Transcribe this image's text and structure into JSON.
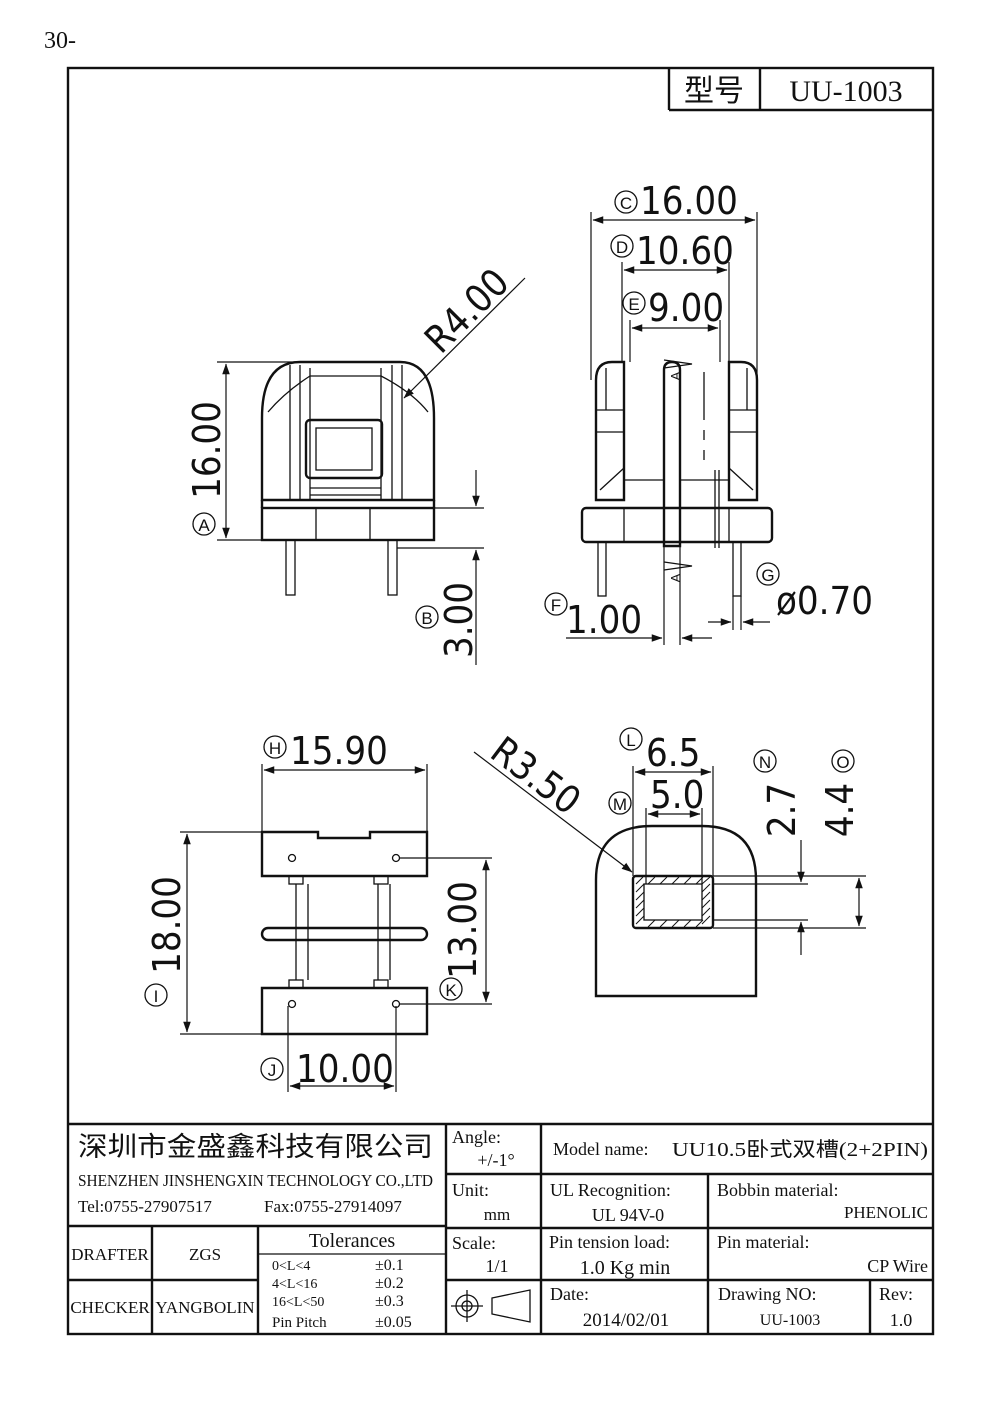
{
  "page_mark": "30-",
  "header": {
    "model_label": "型号",
    "model_value": "UU-1003"
  },
  "dimensions": {
    "A": {
      "letter": "A",
      "value": "16.00"
    },
    "B": {
      "letter": "B",
      "value": "3.00"
    },
    "C": {
      "letter": "C",
      "value": "16.00"
    },
    "D": {
      "letter": "D",
      "value": "10.60"
    },
    "E": {
      "letter": "E",
      "value": "9.00"
    },
    "F": {
      "letter": "F",
      "value": "1.00"
    },
    "G": {
      "letter": "G",
      "value": "ø0.70"
    },
    "H": {
      "letter": "H",
      "value": "15.90"
    },
    "I": {
      "letter": "I",
      "value": "18.00"
    },
    "J": {
      "letter": "J",
      "value": "10.00"
    },
    "K": {
      "letter": "K",
      "value": "13.00"
    },
    "L": {
      "letter": "L",
      "value": "6.5"
    },
    "M": {
      "letter": "M",
      "value": "5.0"
    },
    "N": {
      "letter": "N",
      "value": "2.7"
    },
    "O": {
      "letter": "O",
      "value": "4.4"
    },
    "R1": "R4.00",
    "R2": "R3.50",
    "section_mark": "A"
  },
  "title_block": {
    "company_cn": "深圳市金盛鑫科技有限公司",
    "company_en": "SHENZHEN JINSHENGXIN TECHNOLOGY CO.,LTD",
    "tel": "Tel:0755-27907517",
    "fax": "Fax:0755-27914097",
    "angle_label": "Angle:",
    "angle_value": "+/-1°",
    "unit_label": "Unit:",
    "unit_value": "mm",
    "scale_label": "Scale:",
    "scale_value": "1/1",
    "model_name_label": "Model name:",
    "model_name_value": "UU10.5卧式双槽(2+2PIN)",
    "ul_label": "UL Recognition:",
    "ul_value": "UL 94V-0",
    "bobbin_label": "Bobbin material:",
    "bobbin_value": "PHENOLIC",
    "pin_tension_label": "Pin tension load:",
    "pin_tension_value": "1.0 Kg min",
    "pin_material_label": "Pin material:",
    "pin_material_value": "CP Wire",
    "date_label": "Date:",
    "date_value": "2014/02/01",
    "drawing_no_label": "Drawing NO:",
    "drawing_no_value": "UU-1003",
    "rev_label": "Rev:",
    "rev_value": "1.0",
    "drafter_label": "DRAFTER",
    "drafter_value": "ZGS",
    "checker_label": "CHECKER",
    "checker_value": "YANGBOLIN",
    "tolerances_title": "Tolerances",
    "tolerances": [
      {
        "range": "0<L<4",
        "value": "±0.1"
      },
      {
        "range": "4<L<16",
        "value": "±0.2"
      },
      {
        "range": "16<L<50",
        "value": "±0.3"
      },
      {
        "range": "Pin Pitch",
        "value": "±0.05"
      }
    ]
  }
}
